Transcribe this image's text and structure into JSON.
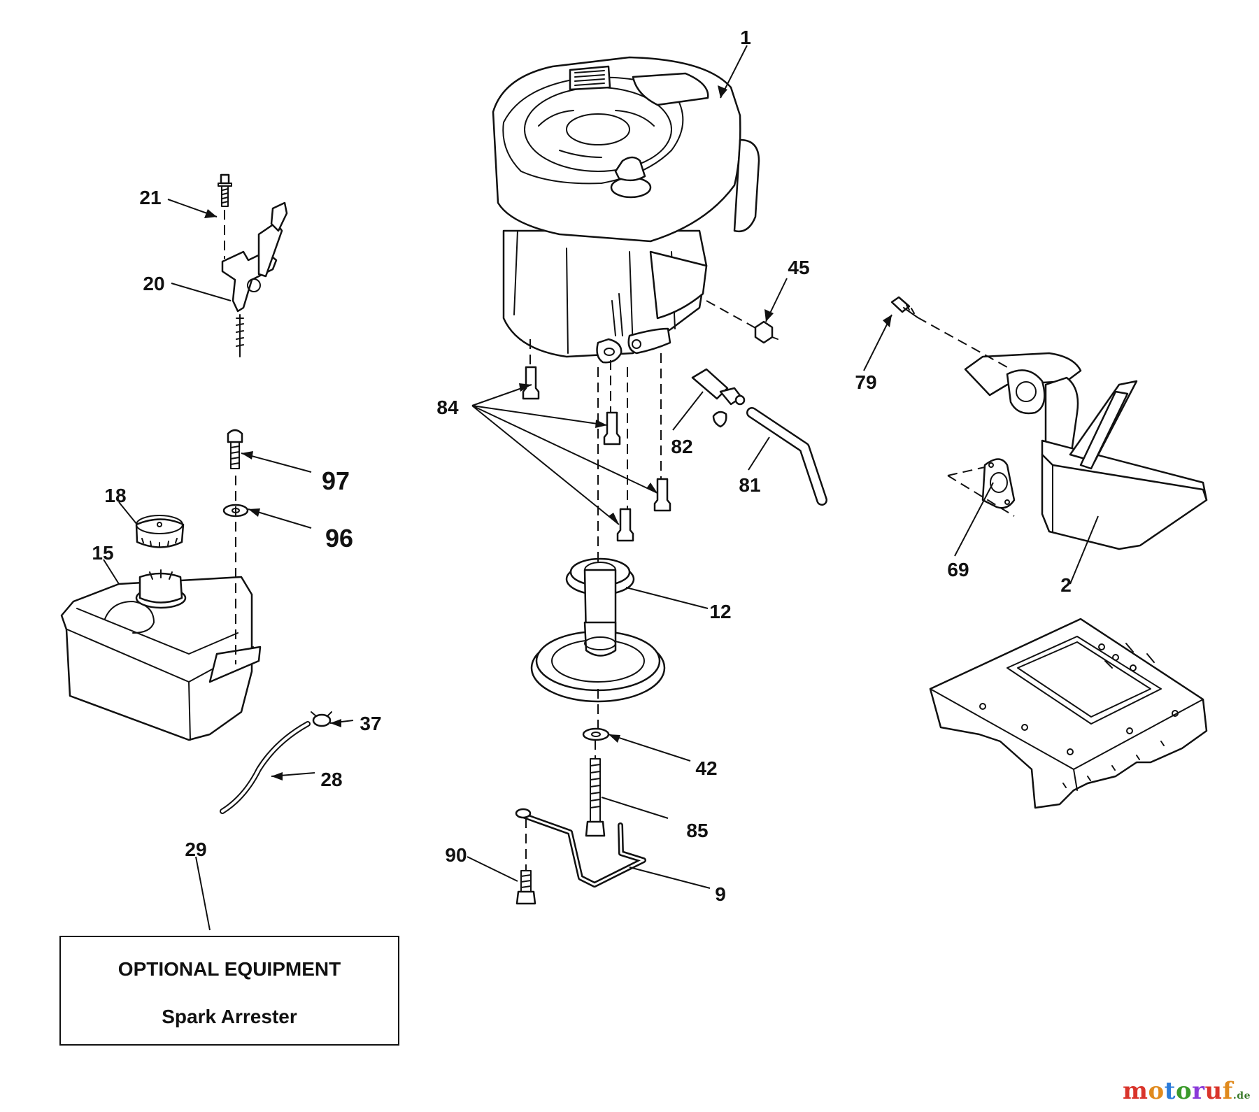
{
  "callouts": [
    {
      "id": "1",
      "text": "1"
    },
    {
      "id": "21",
      "text": "21"
    },
    {
      "id": "20",
      "text": "20"
    },
    {
      "id": "45",
      "text": "45"
    },
    {
      "id": "79",
      "text": "79"
    },
    {
      "id": "84",
      "text": "84"
    },
    {
      "id": "82",
      "text": "82"
    },
    {
      "id": "81",
      "text": "81"
    },
    {
      "id": "97",
      "text": "97"
    },
    {
      "id": "96",
      "text": "96"
    },
    {
      "id": "18",
      "text": "18"
    },
    {
      "id": "15",
      "text": "15"
    },
    {
      "id": "69",
      "text": "69"
    },
    {
      "id": "2",
      "text": "2"
    },
    {
      "id": "12",
      "text": "12"
    },
    {
      "id": "37",
      "text": "37"
    },
    {
      "id": "28",
      "text": "28"
    },
    {
      "id": "42",
      "text": "42"
    },
    {
      "id": "85",
      "text": "85"
    },
    {
      "id": "29",
      "text": "29"
    },
    {
      "id": "90",
      "text": "90"
    },
    {
      "id": "9",
      "text": "9"
    }
  ],
  "optional_box": {
    "title": "OPTIONAL EQUIPMENT",
    "subtitle": "Spark Arrester"
  },
  "watermark": {
    "text": "motoruf",
    "suffix": ".de",
    "colors": [
      "#d9342b",
      "#e08a1e",
      "#2b7bd9",
      "#3a9a2a",
      "#8a3ad9",
      "#d9342b",
      "#e08a1e"
    ]
  }
}
